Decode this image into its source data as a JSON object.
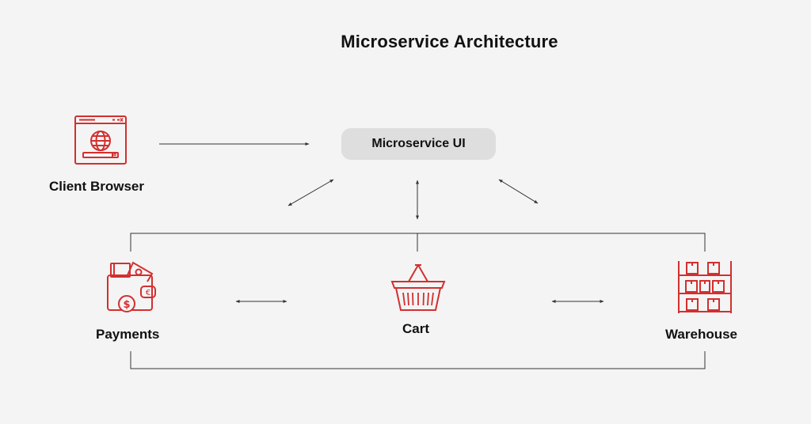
{
  "title": "Microservice Architecture",
  "nodes": {
    "ui": {
      "label": "Microservice UI"
    },
    "browser": {
      "label": "Client Browser",
      "icon": "browser-window-icon"
    },
    "payments": {
      "label": "Payments",
      "icon": "wallet-money-icon"
    },
    "cart": {
      "label": "Cart",
      "icon": "shopping-basket-icon"
    },
    "warehouse": {
      "label": "Warehouse",
      "icon": "warehouse-shelves-icon"
    }
  },
  "colors": {
    "accent": "#d32f2f",
    "line": "#333333",
    "box": "#dedede",
    "background": "#f4f4f4"
  }
}
